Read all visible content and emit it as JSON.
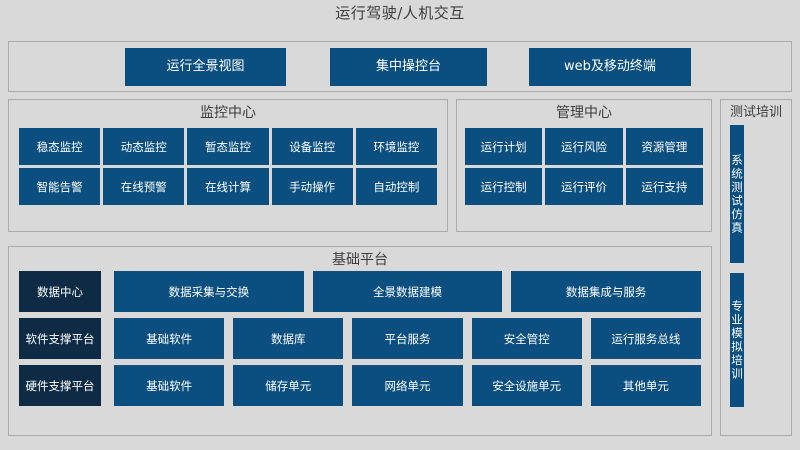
{
  "page": {
    "title": "运行驾驶/人机交互",
    "accent_blue": "#0a4f80",
    "accent_navy": "#0d2b44",
    "background": "#d9d9d9",
    "panel_border": "#acacac",
    "text_color": "#3d3d3d"
  },
  "access_layer": {
    "items": [
      {
        "label": "运行全景视图"
      },
      {
        "label": "集中操控台"
      },
      {
        "label": "web及移动终端"
      }
    ]
  },
  "monitor_center": {
    "title": "监控中心",
    "row1": [
      {
        "label": "稳态监控"
      },
      {
        "label": "动态监控"
      },
      {
        "label": "暂态监控"
      },
      {
        "label": "设备监控"
      },
      {
        "label": "环境监控"
      }
    ],
    "row2": [
      {
        "label": "智能告警"
      },
      {
        "label": "在线预警"
      },
      {
        "label": "在线计算"
      },
      {
        "label": "手动操作"
      },
      {
        "label": "自动控制"
      }
    ]
  },
  "management_center": {
    "title": "管理中心",
    "row1": [
      {
        "label": "运行计划"
      },
      {
        "label": "运行风险"
      },
      {
        "label": "资源管理"
      }
    ],
    "row2": [
      {
        "label": "运行控制"
      },
      {
        "label": "运行评价"
      },
      {
        "label": "运行支持"
      }
    ]
  },
  "training_column": {
    "title": "测试培训",
    "items": [
      {
        "label": "系统测试仿真"
      },
      {
        "label": "专业模拟培训"
      }
    ]
  },
  "base_platform": {
    "title": "基础平台",
    "rows": [
      {
        "side_label": "数据中心",
        "cells": [
          {
            "label": "数据采集与交换"
          },
          {
            "label": "全景数据建模"
          },
          {
            "label": "数据集成与服务"
          }
        ]
      },
      {
        "side_label": "软件支撑平台",
        "cells": [
          {
            "label": "基础软件"
          },
          {
            "label": "数据库"
          },
          {
            "label": "平台服务"
          },
          {
            "label": "安全管控"
          },
          {
            "label": "运行服务总线"
          }
        ]
      },
      {
        "side_label": "硬件支撑平台",
        "cells": [
          {
            "label": "基础软件"
          },
          {
            "label": "储存单元"
          },
          {
            "label": "网络单元"
          },
          {
            "label": "安全设施单元"
          },
          {
            "label": "其他单元"
          }
        ]
      }
    ]
  }
}
